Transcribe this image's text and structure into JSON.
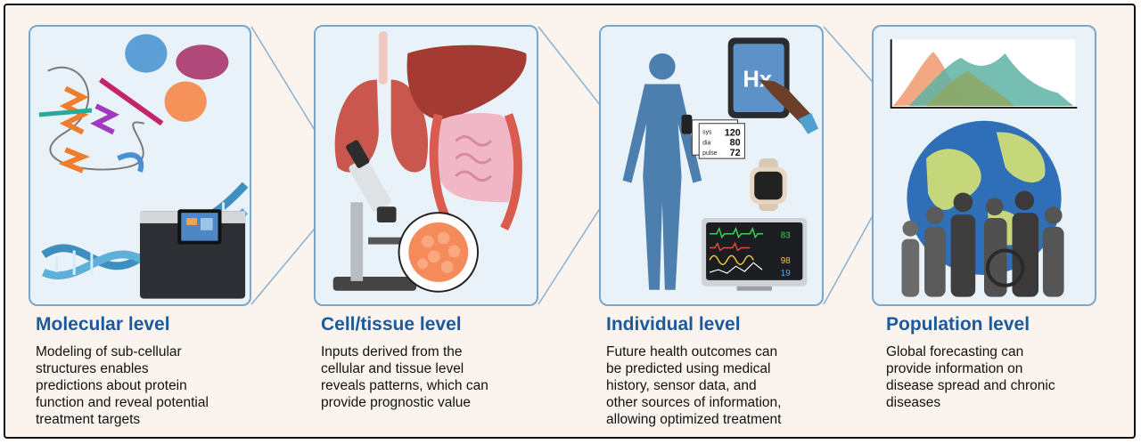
{
  "sections": [
    {
      "title": "Molecular level",
      "lines": [
        "Modeling of sub-cellular",
        "structures enables",
        "predictions about protein",
        "function and reveal potential",
        "treatment targets"
      ]
    },
    {
      "title": "Cell/tissue level",
      "lines": [
        "Inputs derived from the",
        "cellular and tissue level",
        "reveals patterns, which can",
        "provide prognostic value"
      ]
    },
    {
      "title": "Individual level",
      "lines": [
        "Future health outcomes can",
        "be predicted using medical",
        "history, sensor data, and",
        "other sources of information,",
        "allowing optimized treatment"
      ]
    },
    {
      "title": "Population level",
      "lines": [
        "Global forecasting can",
        "provide information on",
        "disease spread and chronic",
        "diseases"
      ]
    }
  ],
  "tablet": {
    "text": "Hx"
  },
  "blood_pressure": {
    "sys_label": "sys",
    "sys_value": "120",
    "dia_label": "dia",
    "dia_value": "80",
    "pulse_label": "pulse",
    "pulse_value": "72"
  },
  "monitor": {
    "values": [
      "83",
      "98",
      "19"
    ]
  },
  "colors": {
    "heading": "#1b5a9c",
    "panel_border": "#7aa7c9",
    "panel_fill": "#e9f2f9",
    "background": "#fbf4ee"
  }
}
